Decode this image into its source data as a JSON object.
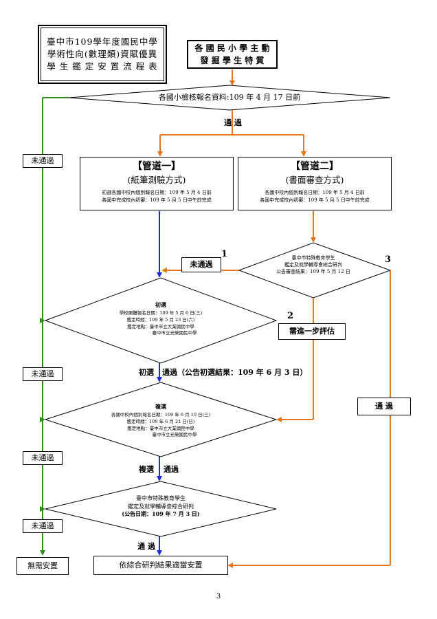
{
  "title": {
    "line1": "臺中市109學年度國民中學",
    "line2": "學術性向(數理類)資賦優異",
    "line3": "學 生 鑑 定 安 置 流 程 表"
  },
  "start": {
    "line1": "各 國 民 小 學 主 動",
    "line2": "發 掘 學 生 特 質"
  },
  "check": {
    "text": "各國小檢核報名資料:109 年 4 月 17 日前"
  },
  "pass_label": "通 過",
  "fail_label": "未通過",
  "channel1": {
    "title": "【管道一】",
    "subtitle": "(紙筆測驗方式)",
    "line1": "初選各國中校內個別報名日期：109 年 5 月 4 日前",
    "line2": "各國中完成校內初審：109 年 5 月 5 日中午前完成"
  },
  "channel2": {
    "title": "【管道二】",
    "subtitle": "(書面審查方式)",
    "line1": "各國中校內個別報名日期：109 年 5 月 4 日前",
    "line2": "各國中完成校內初審：109 年 5 月 5 日中午前完成"
  },
  "committee1": {
    "line1": "臺中市特殊教育學生",
    "line2": "鑑定及就學輔導會綜合研判",
    "line3": "公告審查結果：109 年 5 月 12 日"
  },
  "branch_numbers": {
    "n1": "1",
    "n2": "2",
    "n3": "3"
  },
  "further_eval": "需進一步評估",
  "prelim": {
    "title": "初選",
    "line1": "學校團體報名日期：109 年 5 月 6 日(三)",
    "line2": "鑑定時間：109 年 5 月 23 日(六)",
    "line3": "鑑定地點：臺中市立大業國民中學",
    "line4": "臺中市立光榮國民中學"
  },
  "prelim_pass": {
    "prefix": "初選",
    "text": "通過（公告初選結果：109 年 6 月 3 日）"
  },
  "recheck": {
    "title": "複選",
    "line1": "各國中校內個別報名日期：109 年 6 月 10 日(三)",
    "line2": "鑑定時間：109 年 6 月 21 日(日)",
    "line3": "鑑定地點：臺中市立大業國民中學",
    "line4": "臺中市立光榮國民中學"
  },
  "recheck_pass": {
    "prefix": "複選",
    "text": "通過"
  },
  "committee2": {
    "line1": "臺中市特殊教育學生",
    "line2": "鑑定及就學輔導會綜合研判",
    "line3": "(公告日期：109 年 7 月 3 日)"
  },
  "final_pass": "通 過",
  "no_placement": "無需安置",
  "placement": "依綜合研判結果適當安置",
  "page_number": "3",
  "colors": {
    "green": "#2e8b1e",
    "orange": "#e8761c",
    "blue": "#1f2fd6"
  }
}
